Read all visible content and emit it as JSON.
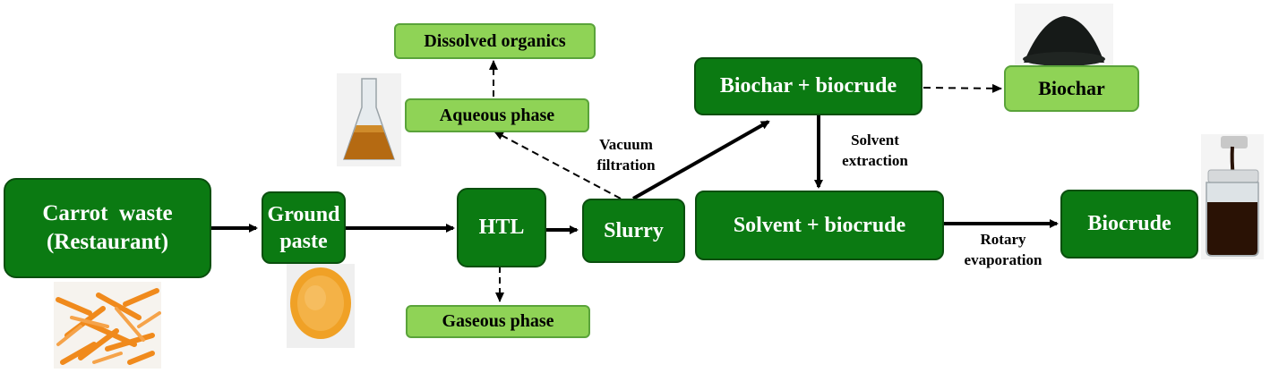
{
  "nodes": {
    "carrot_waste": {
      "line1": "Carrot  waste",
      "line2": "(Restaurant)"
    },
    "ground_paste": {
      "line1": "Ground",
      "line2": "paste"
    },
    "htl": "HTL",
    "slurry": "Slurry",
    "biochar_biocrude": "Biochar + biocrude",
    "solvent_biocrude": "Solvent + biocrude",
    "biocrude": "Biocrude",
    "biochar": "Biochar",
    "aqueous_phase": "Aqueous phase",
    "dissolved_organics": "Dissolved organics",
    "gaseous_phase": "Gaseous phase"
  },
  "edge_labels": {
    "vacuum_filtration": {
      "line1": "Vacuum",
      "line2": "filtration"
    },
    "solvent_extraction": {
      "line1": "Solvent",
      "line2": "extraction"
    },
    "rotary_evaporation": {
      "line1": "Rotary",
      "line2": "evaporation"
    }
  },
  "colors": {
    "process_box": "#0b7a12",
    "product_box": "#8fd356",
    "arrow": "#000000"
  }
}
